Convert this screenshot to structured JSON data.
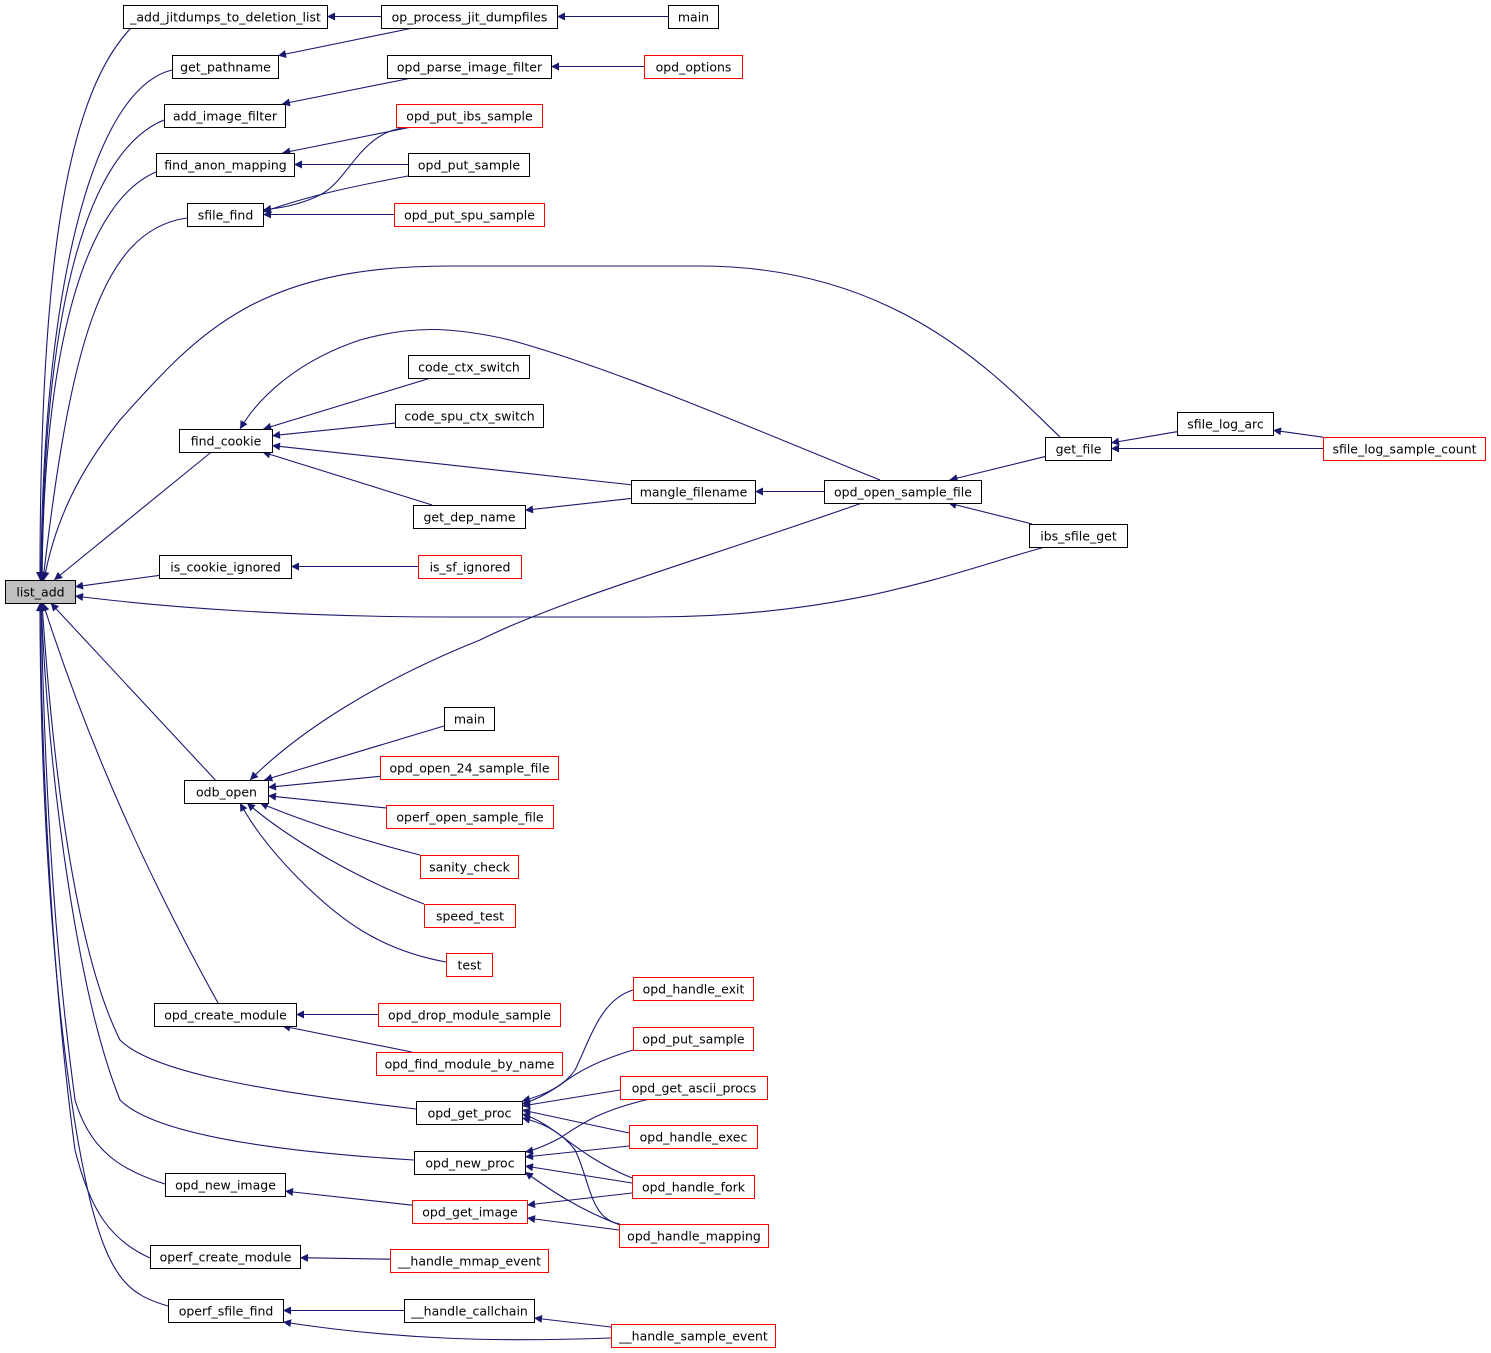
{
  "diagram": {
    "type": "call-graph",
    "root": "list_add",
    "colors": {
      "edge": "#191970",
      "node_border_black": "#000000",
      "node_border_red": "#ff0000",
      "root_fill": "#bfbfbf",
      "node_fill": "#ffffff"
    },
    "nodes": [
      {
        "id": "list_add",
        "label": "list_add",
        "style": "root"
      },
      {
        "id": "add_jitdumps",
        "label": "_add_jitdumps_to_deletion_list",
        "style": "black"
      },
      {
        "id": "op_process_jit",
        "label": "op_process_jit_dumpfiles",
        "style": "black"
      },
      {
        "id": "main1",
        "label": "main",
        "style": "black"
      },
      {
        "id": "get_pathname",
        "label": "get_pathname",
        "style": "black"
      },
      {
        "id": "opd_parse_image_filter",
        "label": "opd_parse_image_filter",
        "style": "black"
      },
      {
        "id": "opd_options",
        "label": "opd_options",
        "style": "red"
      },
      {
        "id": "add_image_filter",
        "label": "add_image_filter",
        "style": "black"
      },
      {
        "id": "opd_put_ibs_sample",
        "label": "opd_put_ibs_sample",
        "style": "red"
      },
      {
        "id": "find_anon_mapping",
        "label": "find_anon_mapping",
        "style": "black"
      },
      {
        "id": "opd_put_sample1",
        "label": "opd_put_sample",
        "style": "black"
      },
      {
        "id": "sfile_find",
        "label": "sfile_find",
        "style": "black"
      },
      {
        "id": "opd_put_spu_sample",
        "label": "opd_put_spu_sample",
        "style": "red"
      },
      {
        "id": "code_ctx_switch",
        "label": "code_ctx_switch",
        "style": "black"
      },
      {
        "id": "code_spu_ctx_switch",
        "label": "code_spu_ctx_switch",
        "style": "black"
      },
      {
        "id": "find_cookie",
        "label": "find_cookie",
        "style": "black"
      },
      {
        "id": "sfile_log_arc",
        "label": "sfile_log_arc",
        "style": "black"
      },
      {
        "id": "get_file",
        "label": "get_file",
        "style": "black"
      },
      {
        "id": "sfile_log_sample_count",
        "label": "sfile_log_sample_count",
        "style": "red"
      },
      {
        "id": "mangle_filename",
        "label": "mangle_filename",
        "style": "black"
      },
      {
        "id": "opd_open_sample_file",
        "label": "opd_open_sample_file",
        "style": "black"
      },
      {
        "id": "get_dep_name",
        "label": "get_dep_name",
        "style": "black"
      },
      {
        "id": "ibs_sfile_get",
        "label": "ibs_sfile_get",
        "style": "black"
      },
      {
        "id": "is_cookie_ignored",
        "label": "is_cookie_ignored",
        "style": "black"
      },
      {
        "id": "is_sf_ignored",
        "label": "is_sf_ignored",
        "style": "red"
      },
      {
        "id": "main2",
        "label": "main",
        "style": "black"
      },
      {
        "id": "opd_open_24_sample_file",
        "label": "opd_open_24_sample_file",
        "style": "red"
      },
      {
        "id": "odb_open",
        "label": "odb_open",
        "style": "black"
      },
      {
        "id": "operf_open_sample_file",
        "label": "operf_open_sample_file",
        "style": "red"
      },
      {
        "id": "sanity_check",
        "label": "sanity_check",
        "style": "red"
      },
      {
        "id": "speed_test",
        "label": "speed_test",
        "style": "red"
      },
      {
        "id": "test",
        "label": "test",
        "style": "red"
      },
      {
        "id": "opd_handle_exit",
        "label": "opd_handle_exit",
        "style": "red"
      },
      {
        "id": "opd_create_module",
        "label": "opd_create_module",
        "style": "black"
      },
      {
        "id": "opd_drop_module_sample",
        "label": "opd_drop_module_sample",
        "style": "red"
      },
      {
        "id": "opd_put_sample2",
        "label": "opd_put_sample",
        "style": "red"
      },
      {
        "id": "opd_find_module_by_name",
        "label": "opd_find_module_by_name",
        "style": "red"
      },
      {
        "id": "opd_get_ascii_procs",
        "label": "opd_get_ascii_procs",
        "style": "red"
      },
      {
        "id": "opd_get_proc",
        "label": "opd_get_proc",
        "style": "black"
      },
      {
        "id": "opd_handle_exec",
        "label": "opd_handle_exec",
        "style": "red"
      },
      {
        "id": "opd_new_proc",
        "label": "opd_new_proc",
        "style": "black"
      },
      {
        "id": "opd_handle_fork",
        "label": "opd_handle_fork",
        "style": "red"
      },
      {
        "id": "opd_new_image",
        "label": "opd_new_image",
        "style": "black"
      },
      {
        "id": "opd_get_image",
        "label": "opd_get_image",
        "style": "red"
      },
      {
        "id": "opd_handle_mapping",
        "label": "opd_handle_mapping",
        "style": "red"
      },
      {
        "id": "operf_create_module",
        "label": "operf_create_module",
        "style": "black"
      },
      {
        "id": "handle_mmap_event",
        "label": "__handle_mmap_event",
        "style": "red"
      },
      {
        "id": "operf_sfile_find",
        "label": "operf_sfile_find",
        "style": "black"
      },
      {
        "id": "handle_callchain",
        "label": "__handle_callchain",
        "style": "black"
      },
      {
        "id": "handle_sample_event",
        "label": "__handle_sample_event",
        "style": "red"
      }
    ],
    "edges": [
      [
        "add_jitdumps",
        "list_add"
      ],
      [
        "get_pathname",
        "list_add"
      ],
      [
        "add_image_filter",
        "list_add"
      ],
      [
        "find_anon_mapping",
        "list_add"
      ],
      [
        "sfile_find",
        "list_add"
      ],
      [
        "get_file",
        "list_add"
      ],
      [
        "find_cookie",
        "list_add"
      ],
      [
        "is_cookie_ignored",
        "list_add"
      ],
      [
        "ibs_sfile_get",
        "list_add"
      ],
      [
        "odb_open",
        "list_add"
      ],
      [
        "opd_create_module",
        "list_add"
      ],
      [
        "opd_get_proc",
        "list_add"
      ],
      [
        "opd_new_proc",
        "list_add"
      ],
      [
        "opd_new_image",
        "list_add"
      ],
      [
        "operf_create_module",
        "list_add"
      ],
      [
        "operf_sfile_find",
        "list_add"
      ],
      [
        "op_process_jit",
        "add_jitdumps"
      ],
      [
        "op_process_jit",
        "get_pathname"
      ],
      [
        "main1",
        "op_process_jit"
      ],
      [
        "opd_parse_image_filter",
        "add_image_filter"
      ],
      [
        "opd_options",
        "opd_parse_image_filter"
      ],
      [
        "opd_put_ibs_sample",
        "find_anon_mapping"
      ],
      [
        "opd_put_sample1",
        "find_anon_mapping"
      ],
      [
        "opd_put_ibs_sample",
        "sfile_find"
      ],
      [
        "opd_put_sample1",
        "sfile_find"
      ],
      [
        "opd_put_spu_sample",
        "sfile_find"
      ],
      [
        "opd_open_sample_file",
        "find_cookie"
      ],
      [
        "code_ctx_switch",
        "find_cookie"
      ],
      [
        "code_spu_ctx_switch",
        "find_cookie"
      ],
      [
        "mangle_filename",
        "find_cookie"
      ],
      [
        "get_dep_name",
        "find_cookie"
      ],
      [
        "mangle_filename",
        "get_dep_name"
      ],
      [
        "opd_open_sample_file",
        "mangle_filename"
      ],
      [
        "get_file",
        "opd_open_sample_file"
      ],
      [
        "ibs_sfile_get",
        "opd_open_sample_file"
      ],
      [
        "sfile_log_arc",
        "get_file"
      ],
      [
        "sfile_log_sample_count",
        "get_file"
      ],
      [
        "sfile_log_sample_count",
        "sfile_log_arc"
      ],
      [
        "is_sf_ignored",
        "is_cookie_ignored"
      ],
      [
        "opd_open_sample_file",
        "odb_open"
      ],
      [
        "main2",
        "odb_open"
      ],
      [
        "opd_open_24_sample_file",
        "odb_open"
      ],
      [
        "operf_open_sample_file",
        "odb_open"
      ],
      [
        "sanity_check",
        "odb_open"
      ],
      [
        "speed_test",
        "odb_open"
      ],
      [
        "test",
        "odb_open"
      ],
      [
        "opd_drop_module_sample",
        "opd_create_module"
      ],
      [
        "opd_find_module_by_name",
        "opd_create_module"
      ],
      [
        "opd_handle_exit",
        "opd_get_proc"
      ],
      [
        "opd_put_sample2",
        "opd_get_proc"
      ],
      [
        "opd_get_ascii_procs",
        "opd_get_proc"
      ],
      [
        "opd_handle_exec",
        "opd_get_proc"
      ],
      [
        "opd_handle_fork",
        "opd_get_proc"
      ],
      [
        "opd_handle_mapping",
        "opd_get_proc"
      ],
      [
        "opd_get_ascii_procs",
        "opd_new_proc"
      ],
      [
        "opd_handle_exec",
        "opd_new_proc"
      ],
      [
        "opd_handle_fork",
        "opd_new_proc"
      ],
      [
        "opd_handle_mapping",
        "opd_new_proc"
      ],
      [
        "opd_get_image",
        "opd_new_image"
      ],
      [
        "opd_handle_fork",
        "opd_get_image"
      ],
      [
        "opd_handle_mapping",
        "opd_get_image"
      ],
      [
        "handle_mmap_event",
        "operf_create_module"
      ],
      [
        "handle_callchain",
        "operf_sfile_find"
      ],
      [
        "handle_sample_event",
        "operf_sfile_find"
      ],
      [
        "handle_sample_event",
        "handle_callchain"
      ]
    ]
  }
}
